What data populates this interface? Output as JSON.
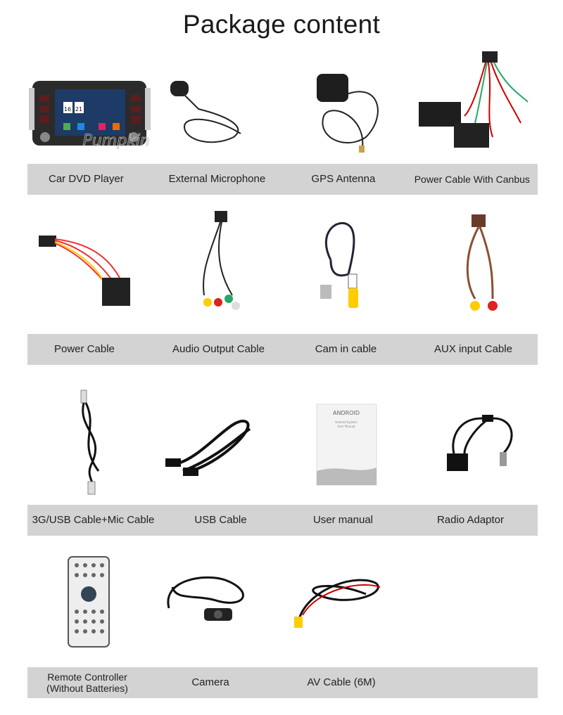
{
  "title": "Package content",
  "rows": [
    {
      "items": [
        {
          "label": "Car DVD Player",
          "icon": "car-dvd-player"
        },
        {
          "label": "External Microphone",
          "icon": "microphone"
        },
        {
          "label": "GPS Antenna",
          "icon": "gps-antenna"
        },
        {
          "label": "Power Cable With Canbus",
          "icon": "canbus-cable"
        }
      ]
    },
    {
      "items": [
        {
          "label": "Power Cable",
          "icon": "power-cable"
        },
        {
          "label": "Audio Output Cable",
          "icon": "audio-cable"
        },
        {
          "label": "Cam in cable",
          "icon": "cam-cable"
        },
        {
          "label": "AUX input Cable",
          "icon": "aux-cable"
        }
      ]
    },
    {
      "items": [
        {
          "label": "3G/USB Cable+Mic Cable",
          "icon": "usb-mic-cable"
        },
        {
          "label": "USB Cable",
          "icon": "usb-cable"
        },
        {
          "label": "User manual",
          "icon": "manual"
        },
        {
          "label": "Radio Adaptor",
          "icon": "radio-adaptor"
        }
      ]
    },
    {
      "items": [
        {
          "label": "Remote Controller\n(Without Batteries)",
          "label_line1": "Remote Controller",
          "label_line2": "(Without Batteries)",
          "icon": "remote"
        },
        {
          "label": "Camera",
          "icon": "camera"
        },
        {
          "label": "AV Cable (6M)",
          "icon": "av-cable"
        },
        {
          "label": "",
          "icon": ""
        }
      ]
    }
  ],
  "watermark": "Pumpkin",
  "manual_text": {
    "brand": "ANDROID",
    "line1": "Android System",
    "line2": "User Manual"
  },
  "dvd_screen": {
    "clock_h": "16",
    "clock_m": "21"
  },
  "colors": {
    "bar": "#d3d3d3",
    "text": "#222222"
  }
}
